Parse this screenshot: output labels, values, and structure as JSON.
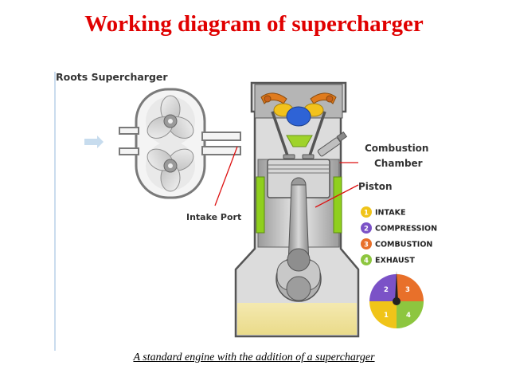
{
  "title": "Working diagram of supercharger",
  "caption": "A standard engine with the addition of a supercharger",
  "labels": {
    "roots": "Roots Supercharger",
    "intake_port": "Intake Port",
    "combustion_1": "Combustion",
    "combustion_2": "Chamber",
    "piston": "Piston"
  },
  "legend": [
    {
      "num": "1",
      "text": "INTAKE",
      "color": "#f0c419"
    },
    {
      "num": "2",
      "text": "COMPRESSION",
      "color": "#7b52c7"
    },
    {
      "num": "3",
      "text": "COMBUSTION",
      "color": "#e8702a"
    },
    {
      "num": "4",
      "text": "EXHAUST",
      "color": "#8dc63f"
    }
  ],
  "dial": {
    "q1": "1",
    "q2": "2",
    "q3": "3",
    "q4": "4"
  }
}
